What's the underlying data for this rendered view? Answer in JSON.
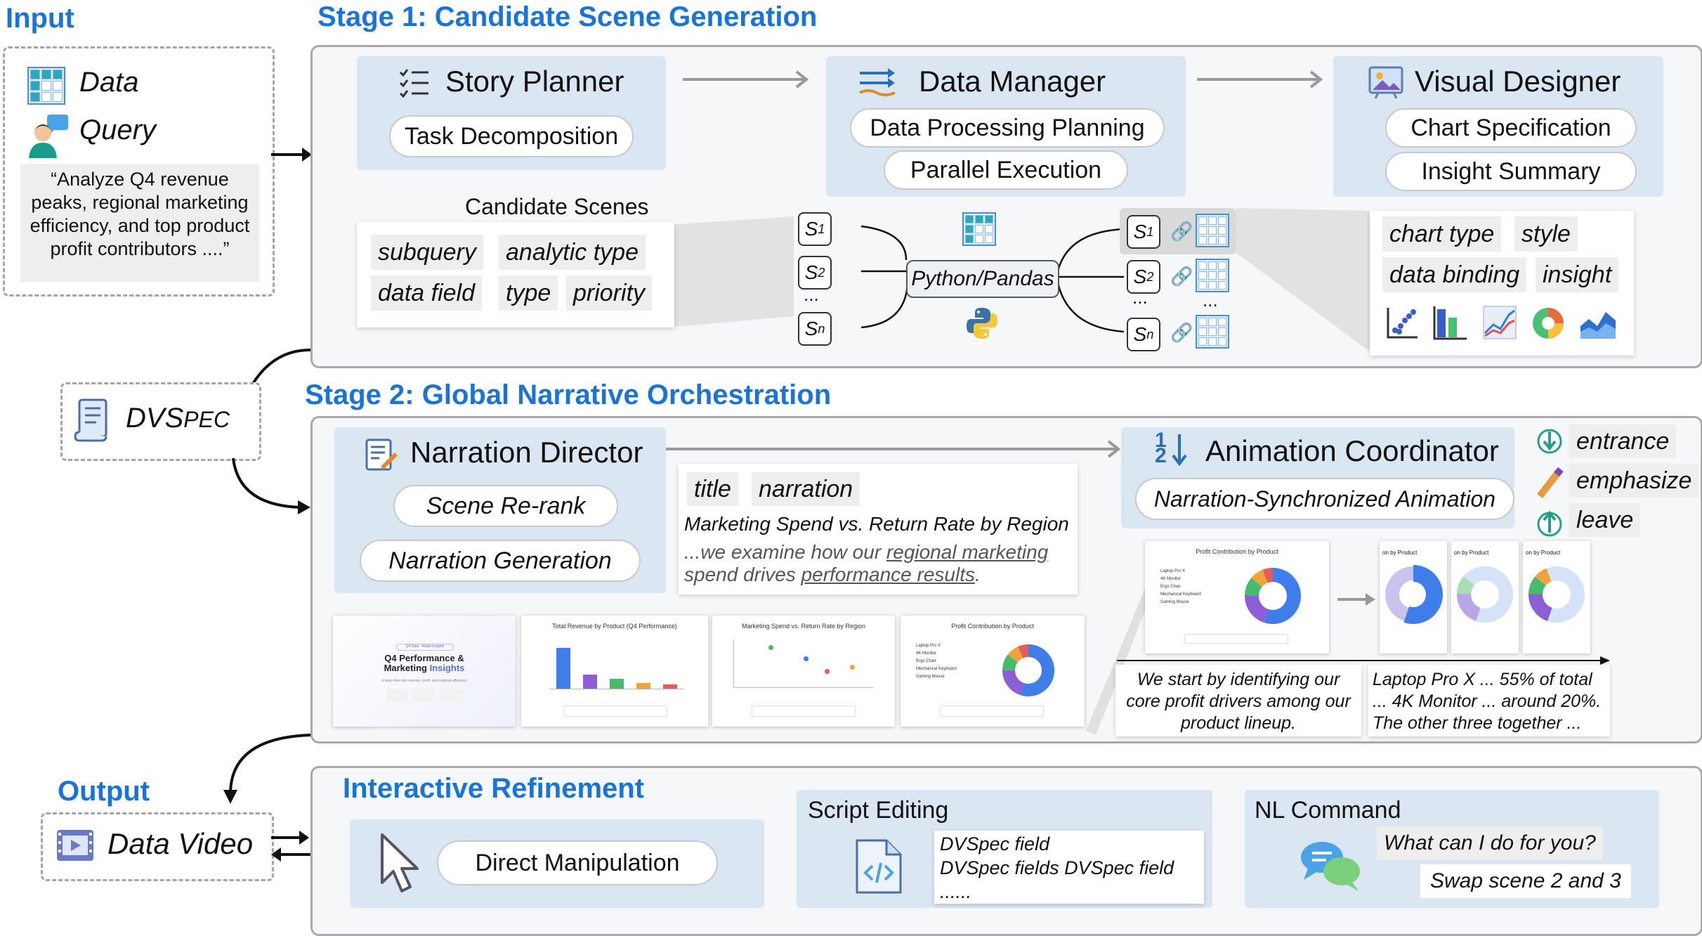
{
  "input": {
    "title": "Input",
    "data_label": "Data",
    "query_label": "Query",
    "query_text": "“Analyze Q4 revenue peaks, regional marketing efficiency, and top product profit contributors ....”"
  },
  "stage1": {
    "title": "Stage 1: Candidate Scene  Generation",
    "story_planner": {
      "title": "Story Planner",
      "pill": "Task Decomposition"
    },
    "data_manager": {
      "title": "Data Manager",
      "pill1": "Data Processing Planning",
      "pill2": "Parallel Execution"
    },
    "visual_designer": {
      "title": "Visual Designer",
      "pill1": "Chart Specification",
      "pill2": "Insight Summary"
    },
    "candidate_scenes": {
      "label": "Candidate Scenes",
      "chips": [
        "subquery",
        "analytic type",
        "data field",
        "type",
        "priority"
      ]
    },
    "pipeline": {
      "s_labels": [
        "S",
        "S",
        "S"
      ],
      "s_subs": [
        "1",
        "2",
        "n"
      ],
      "dots": "...",
      "engine": "Python/Pandas"
    },
    "design_chips": [
      "chart type",
      "style",
      "data binding",
      "insight"
    ]
  },
  "dvspec": {
    "prefix": "DVS",
    "suffix": "PEC"
  },
  "stage2": {
    "title": "Stage 2:  Global Narrative Orchestration",
    "narration_director": {
      "title": "Narration Director",
      "pill1": "Scene Re-rank",
      "pill2": "Narration Generation"
    },
    "narration_card": {
      "chip1": "title",
      "chip2": "narration",
      "heading": "Marketing Spend vs. Return Rate by Region",
      "line1_a": "...we examine how our ",
      "line1_b": "regional marketing",
      "line2_a": "spend",
      "line2_b": " drives ",
      "line2_c": "performance results",
      "line2_d": "."
    },
    "animation_coordinator": {
      "title": "Animation Coordinator",
      "pill": "Narration-Synchronized Animation",
      "effects": [
        "entrance",
        "emphasize",
        "leave"
      ]
    },
    "screens": {
      "s1_tag": "Q4 Data · Retail Insights",
      "s1_title_a": "Q4 Performance &",
      "s1_title_b": "Marketing ",
      "s1_title_c": "Insights",
      "s1_sub": "A deep dive into revenue, profit, and regional efficiency",
      "s2_title": "Total Revenue by Product (Q4 Performance)",
      "s3_title": "Marketing Spend vs. Return Rate by Region",
      "s4_title": "Profit Contribution by Product",
      "s4_items": [
        "Laptop Pro X",
        "4K Monitor",
        "Ergo Chair",
        "Mechanical Keyboard",
        "Gaming Mouse"
      ]
    },
    "anim_frames": {
      "big_title": "Profit Contribution by Product",
      "small_title": "on by Product"
    },
    "captions": {
      "c1": [
        "We start by identifying our",
        "core profit drivers among our",
        "product lineup."
      ],
      "c2": [
        "Laptop Pro X ... 55% of total",
        "... 4K Monitor ... around 20%.",
        "The other three together ..."
      ]
    }
  },
  "output": {
    "title": "Output",
    "label": "Data Video"
  },
  "refinement": {
    "title": "Interactive Refinement",
    "direct_pill": "Direct Manipulation",
    "script_title": "Script Editing",
    "script_lines": [
      "DVSpec field",
      "DVSpec fields  DVSpec field",
      "......"
    ],
    "nl_title": "NL Command",
    "nl_bubble1": "What can I do for you?",
    "nl_bubble2": "Swap scene 2 and 3"
  }
}
